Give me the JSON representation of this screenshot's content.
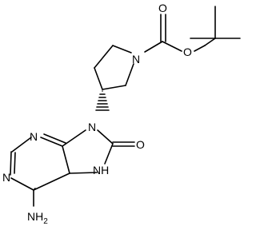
{
  "molecule": {
    "atoms": {
      "n_pyrrolidine": "N",
      "o_carbonyl_boc": "O",
      "o_ester_boc": "O",
      "n9": "N",
      "n3": "N",
      "n1": "N",
      "n7h": "NH",
      "n7h_h": "H",
      "nh2": "NH",
      "nh2_sub": "2",
      "o_c8": "O"
    },
    "stereo_bond": "hashed-wedge"
  }
}
